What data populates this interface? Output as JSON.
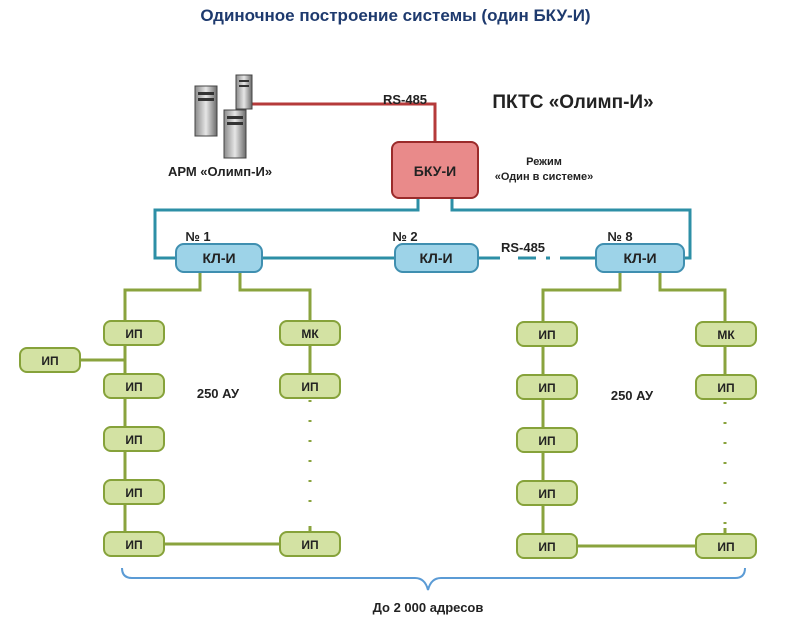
{
  "title": "Одиночное построение системы (один БКУ-И)",
  "system_label": "ПКТС «Олимп-И»",
  "arm_label": "АРМ «Олимп-И»",
  "bku": "БКУ-И",
  "mode_label_1": "Режим",
  "mode_label_2": "«Один в системе»",
  "rs485_top": "RS-485",
  "rs485_mid": "RS-485",
  "kl": "КЛ-И",
  "num_1": "№ 1",
  "num_2": "№ 2",
  "num_8": "№ 8",
  "ip": "ИП",
  "mk": "МК",
  "au_left": "250 АУ",
  "au_right": "250 АУ",
  "bottom_label": "До 2 000 адресов",
  "colors": {
    "title": "#1e3a6e",
    "bku_fill": "#e98a8a",
    "bku_stroke": "#9b2b2b",
    "red_line": "#b53a3a",
    "kl_fill": "#9dd3e8",
    "kl_stroke": "#3f8fb0",
    "blue_line": "#2d8fa6",
    "green_fill": "#d3e2a3",
    "green_stroke": "#86a23a",
    "green_line": "#8aa33e",
    "brace": "#5b9bd5"
  }
}
